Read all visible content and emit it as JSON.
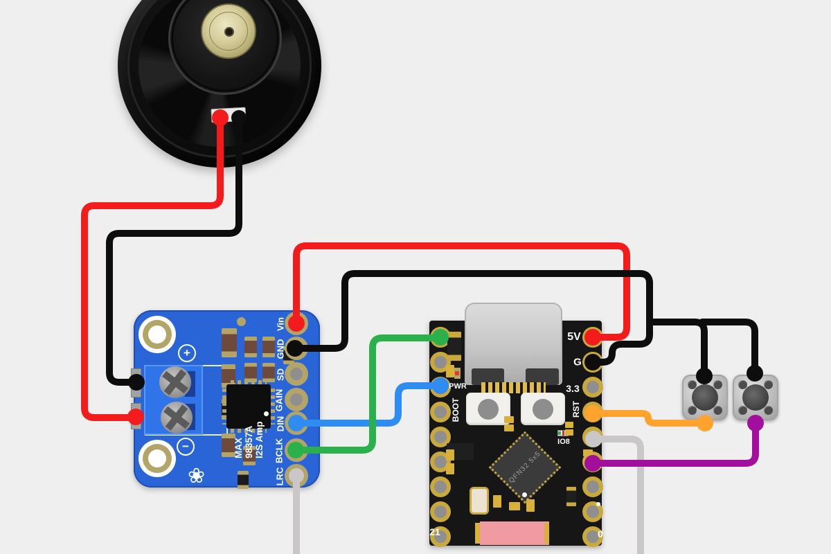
{
  "title": "Speaker + MAX98357A I2S amplifier + ESP32 wiring diagram",
  "background": "#efeff0",
  "components": {
    "speaker": {
      "name": "speaker"
    },
    "amp": {
      "silkscreen_line1": "MAX",
      "silkscreen_line2": "98357A",
      "silkscreen_line3": "I2S Amp",
      "terminal_plus": "+",
      "terminal_minus": "−",
      "logo": "❀",
      "pins": [
        {
          "label": "Vin"
        },
        {
          "label": "GND"
        },
        {
          "label": "SD"
        },
        {
          "label": "GAIN"
        },
        {
          "label": "DIN"
        },
        {
          "label": "BCLK"
        },
        {
          "label": "LRC"
        }
      ]
    },
    "esp32": {
      "pin_5v": "5V",
      "pin_g": "G",
      "pin_33": "3.3",
      "pin_rst": "RST",
      "led_io8": "IO8",
      "led_pwr": "PWR",
      "btn_boot": "BOOT",
      "pin_21": "21",
      "pin_0": "0",
      "chip": "QFN32 5x5"
    },
    "buttons": [
      {
        "name": "pushbutton-left"
      },
      {
        "name": "pushbutton-right"
      }
    ]
  },
  "wires": [
    {
      "id": "speaker-red",
      "hex": "#f31b1b",
      "from": "speaker terminal",
      "to": "amp screw terminal lower"
    },
    {
      "id": "speaker-black",
      "hex": "#0d0d0d",
      "from": "speaker terminal",
      "to": "amp screw terminal upper"
    },
    {
      "id": "power-red",
      "hex": "#f31b1b",
      "from": "amp Vin",
      "to": "esp32 5V"
    },
    {
      "id": "ground-black",
      "hex": "#0d0d0d",
      "from": "amp GND",
      "to": "esp32 G and both pushbuttons"
    },
    {
      "id": "din-blue",
      "hex": "#2f8df2",
      "from": "amp DIN",
      "to": "esp32 left pin"
    },
    {
      "id": "bclk-green",
      "hex": "#2bb14c",
      "from": "amp BCLK",
      "to": "esp32 top left pin"
    },
    {
      "id": "lrc-gray",
      "hex": "#c9c7c7",
      "from": "amp LRC",
      "to": "off-screen bottom"
    },
    {
      "id": "rst-orange",
      "hex": "#ffa22e",
      "from": "esp32 RST",
      "to": "left pushbutton"
    },
    {
      "id": "gpio-gray",
      "hex": "#c9c7c7",
      "from": "esp32 right pin",
      "to": "off-screen bottom"
    },
    {
      "id": "gpio-purple",
      "hex": "#a30f9d",
      "from": "esp32 right pin",
      "to": "right pushbutton"
    }
  ]
}
